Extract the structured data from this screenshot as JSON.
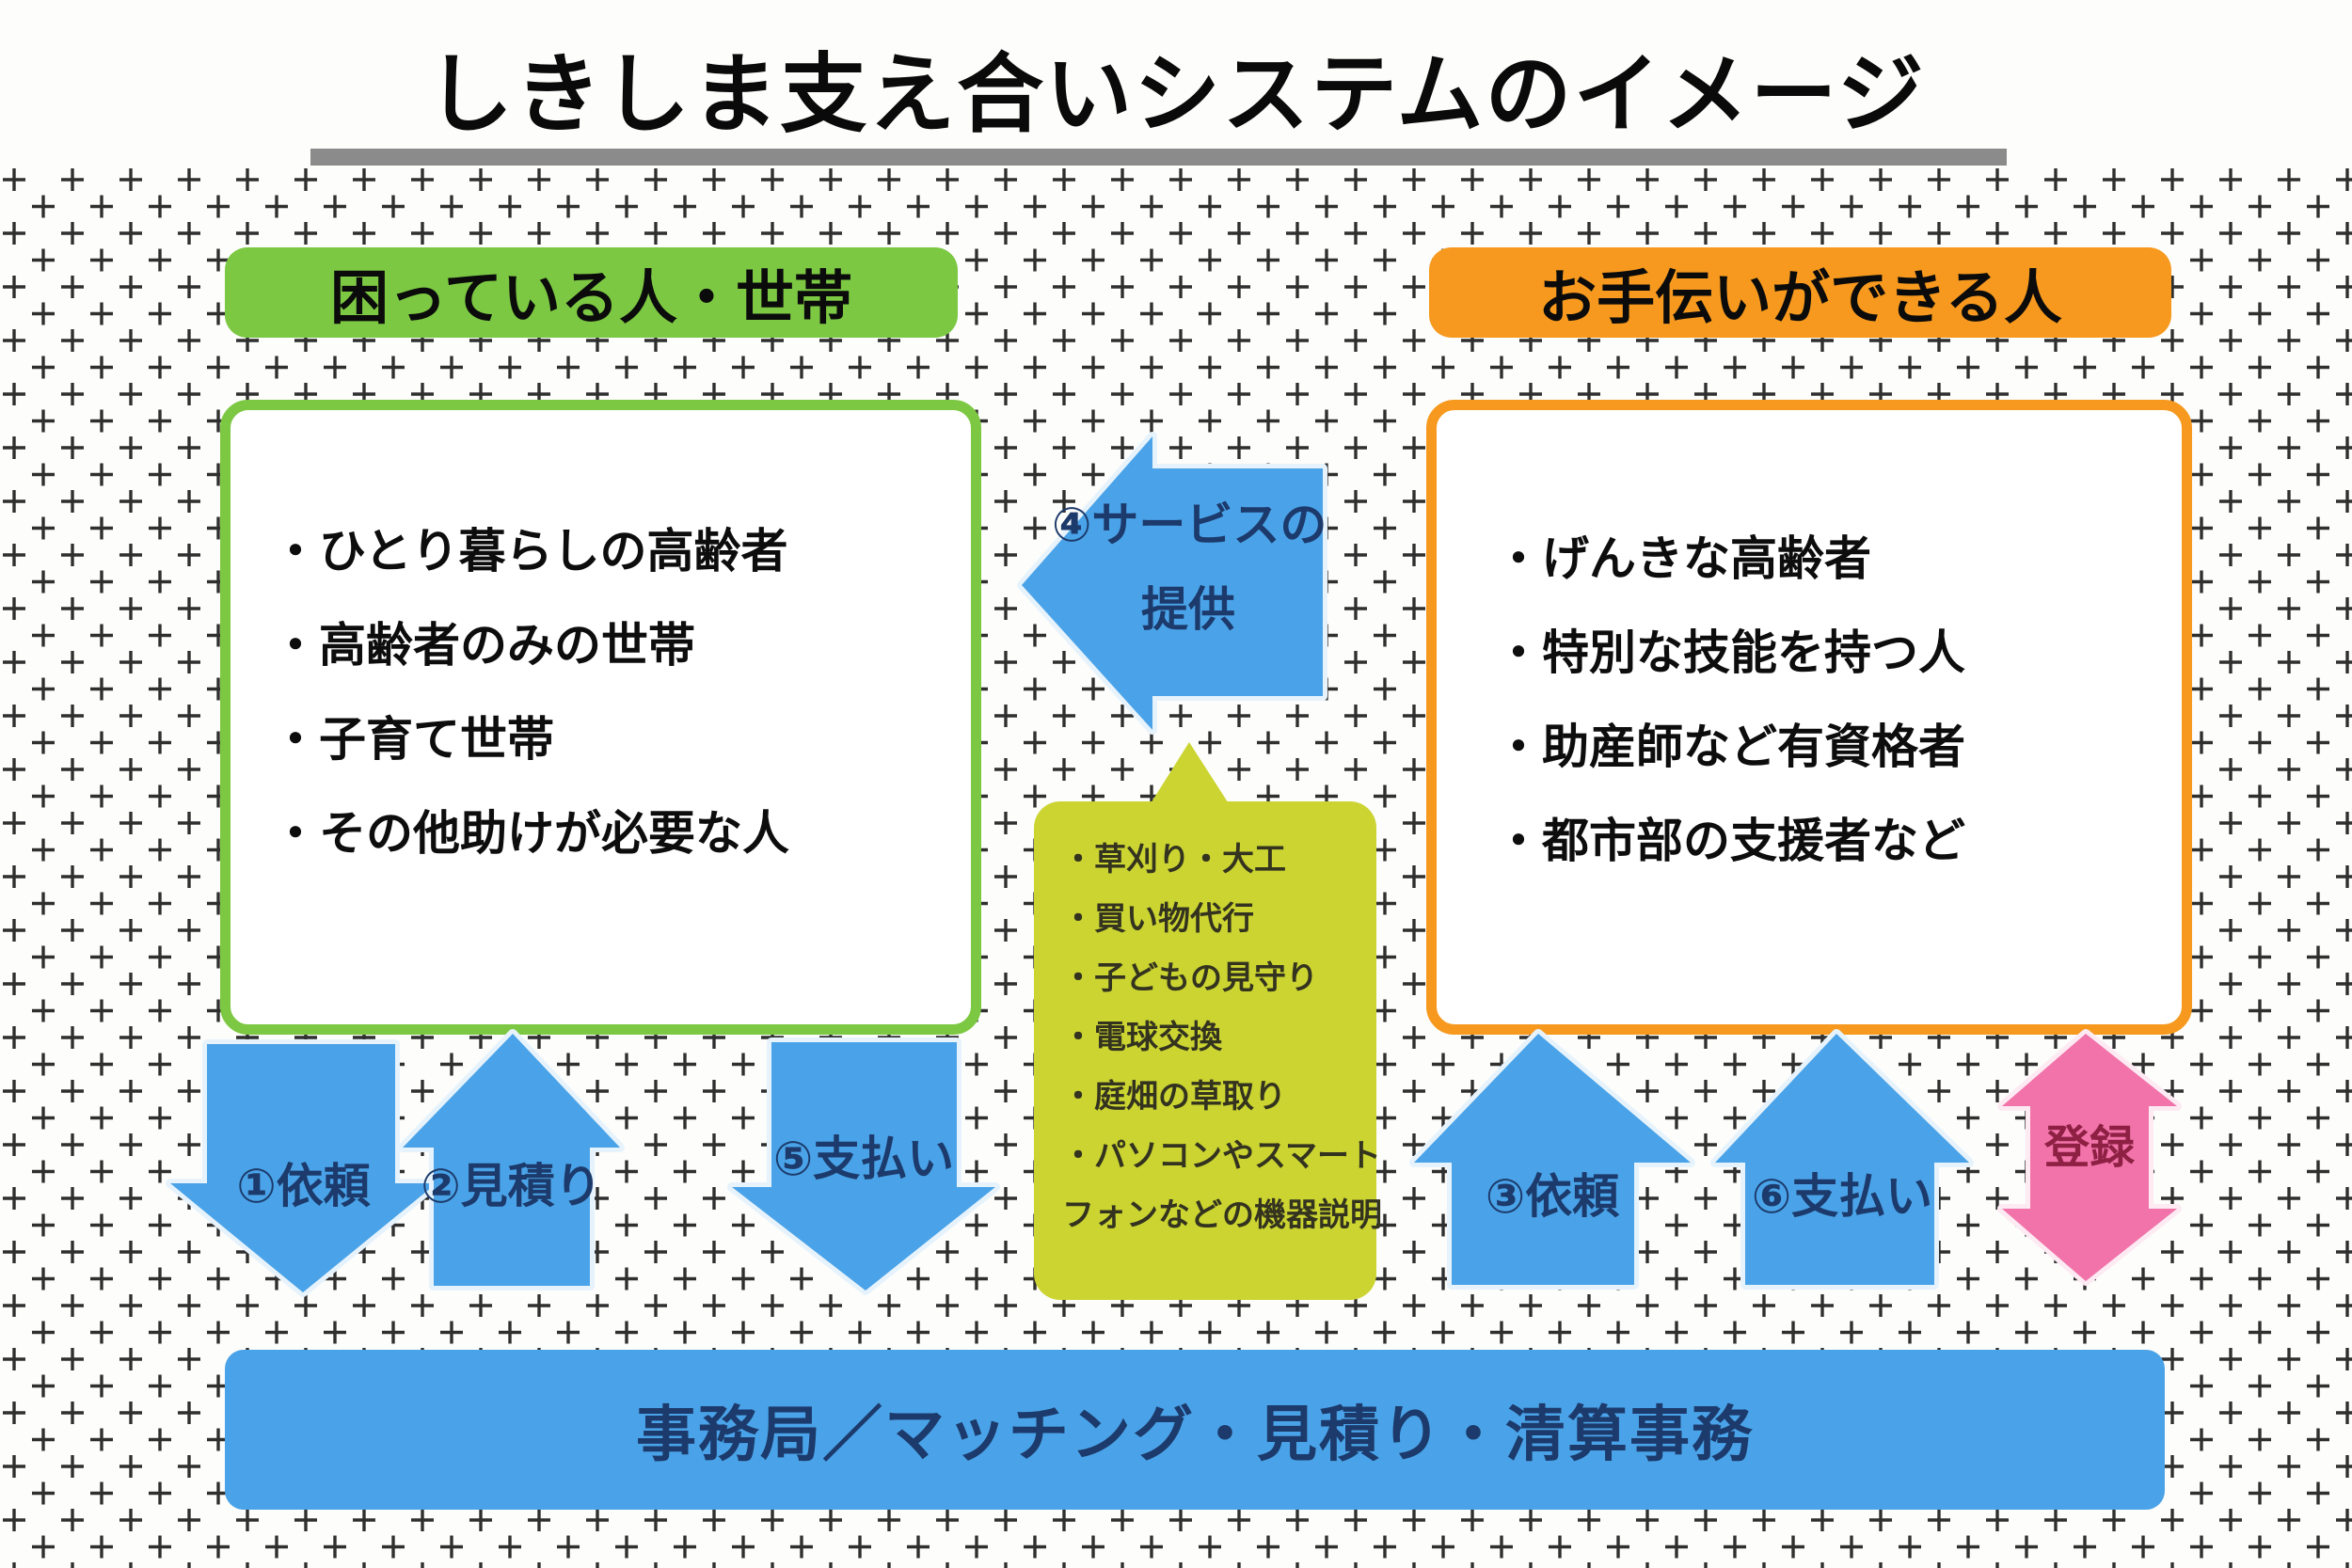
{
  "title": "しきしま支え合いシステムのイメージ",
  "left_panel": {
    "header": "困っている人・世帯",
    "items": [
      "・ひとり暮らしの高齢者",
      "・高齢者のみの世帯",
      "・子育て世帯",
      "・その他助けが必要な人"
    ]
  },
  "right_panel": {
    "header": "お手伝いができる人",
    "items": [
      "・げんきな高齢者",
      "・特別な技能を持つ人",
      "・助産師など有資格者",
      "・都市部の支援者など"
    ]
  },
  "service_arrow": {
    "label_line1": "④サービスの",
    "label_line2": "提供"
  },
  "services_bubble": {
    "items": [
      "・草刈り・大工",
      "・買い物代行",
      "・子どもの見守り",
      "・電球交換",
      "・庭畑の草取り",
      "・パソコンやスマート",
      "フォンなどの機器説明"
    ]
  },
  "flow_arrows": {
    "request_left": "①依頼",
    "estimate": "②見積り",
    "payment_left": "⑤支払い",
    "request_right": "③依頼",
    "payment_right": "⑥支払い",
    "register": "登録"
  },
  "office_bar": "事務局／マッチング・見積り・清算事務",
  "colors": {
    "green": "#7cc843",
    "orange": "#f6991e",
    "blue": "#4aa3e8",
    "yellow_green": "#cbd431",
    "pink": "#f173a9",
    "navy": "#1c3a6b",
    "maroon": "#8e2044",
    "gray_underline": "#8b8b8b",
    "plus_pattern": "#2f2f2f"
  }
}
